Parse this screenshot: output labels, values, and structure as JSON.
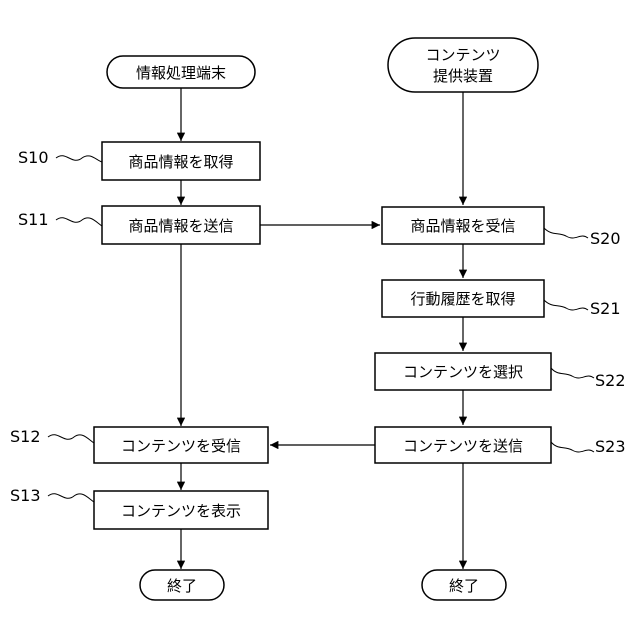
{
  "left_column": {
    "start": "情報処理端末",
    "steps": [
      {
        "id": "S10",
        "label": "商品情報を取得"
      },
      {
        "id": "S11",
        "label": "商品情報を送信"
      },
      {
        "id": "S12",
        "label": "コンテンツを受信"
      },
      {
        "id": "S13",
        "label": "コンテンツを表示"
      }
    ],
    "end": "終了"
  },
  "right_column": {
    "start_line1": "コンテンツ",
    "start_line2": "提供装置",
    "steps": [
      {
        "id": "S20",
        "label": "商品情報を受信"
      },
      {
        "id": "S21",
        "label": "行動履歴を取得"
      },
      {
        "id": "S22",
        "label": "コンテンツを選択"
      },
      {
        "id": "S23",
        "label": "コンテンツを送信"
      }
    ],
    "end": "終了"
  }
}
